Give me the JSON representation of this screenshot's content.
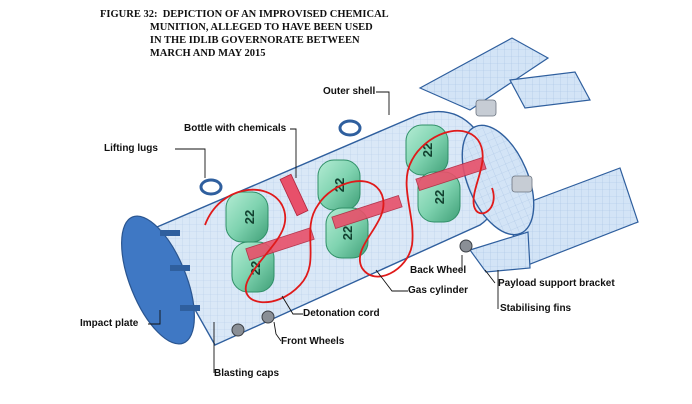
{
  "figure": {
    "title": "FIGURE 32:  DEPICTION OF AN IMPROVISED CHEMICAL\n                   MUNITION, ALLEGED TO HAVE BEEN USED\n                   IN THE IDLIB GOVERNORATE BETWEEN\n                   MARCH AND MAY 2015"
  },
  "labels": {
    "outer_shell": "Outer shell",
    "bottle_with_chemicals": "Bottle with chemicals",
    "lifting_lugs": "Lifting lugs",
    "back_wheel": "Back Wheel",
    "payload_support_bracket": "Payload support bracket",
    "gas_cylinder": "Gas cylinder",
    "stabilising_fins": "Stabilising fins",
    "detonation_cord": "Detonation cord",
    "impact_plate": "Impact plate",
    "front_wheels": "Front Wheels",
    "blasting_caps": "Blasting caps"
  },
  "cylinder_marking": "22",
  "colors": {
    "shell_fill": "#cfe1f4",
    "shell_stroke": "#2f5f9e",
    "impact_plate": "#3f78c4",
    "gas_cylinder": "#7fd3b0",
    "cylinder_dark": "#2f8f67",
    "detonation_cord": "#e01a1a",
    "chemical_bottle": "#e8506a",
    "fins": "#d6e6f7"
  }
}
